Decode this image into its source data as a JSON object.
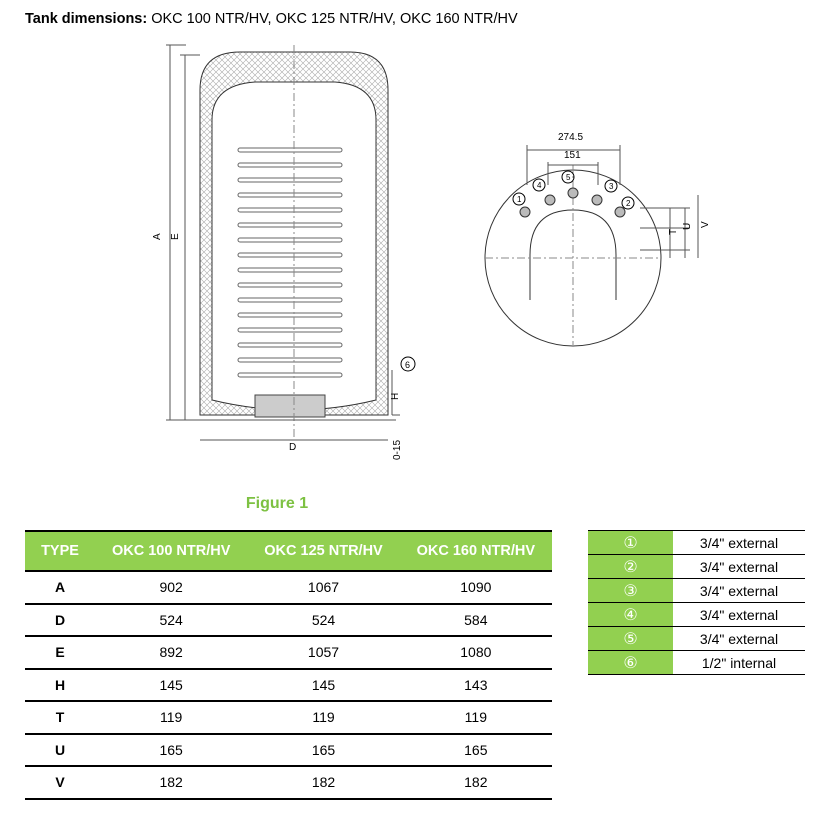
{
  "title": {
    "bold": "Tank dimensions:",
    "rest": " OKC 100 NTR/HV, OKC 125 NTR/HV, OKC 160 NTR/HV"
  },
  "drawing_labels": {
    "A": "A",
    "E": "E",
    "D": "D",
    "H": "H",
    "gap": "0-15",
    "n6": "6",
    "w1": "274.5",
    "w2": "151",
    "n1": "1",
    "n2": "2",
    "n3": "3",
    "n4": "4",
    "n5": "5",
    "T": "T",
    "U": "U",
    "V": "V"
  },
  "figure_caption": "Figure 1",
  "dimensions_table": {
    "headers": [
      "TYPE",
      "OKC 100 NTR/HV",
      "OKC 125 NTR/HV",
      "OKC 160 NTR/HV"
    ],
    "rows": [
      [
        "A",
        "902",
        "1067",
        "1090"
      ],
      [
        "D",
        "524",
        "524",
        "584"
      ],
      [
        "E",
        "892",
        "1057",
        "1080"
      ],
      [
        "H",
        "145",
        "145",
        "143"
      ],
      [
        "T",
        "119",
        "119",
        "119"
      ],
      [
        "U",
        "165",
        "165",
        "165"
      ],
      [
        "V",
        "182",
        "182",
        "182"
      ]
    ]
  },
  "connections_table": [
    [
      "①",
      "3/4\" external"
    ],
    [
      "②",
      "3/4\" external"
    ],
    [
      "③",
      "3/4\" external"
    ],
    [
      "④",
      "3/4\" external"
    ],
    [
      "⑤",
      "3/4\" external"
    ],
    [
      "⑥",
      "1/2\" internal"
    ]
  ],
  "colors": {
    "green": "#92d050",
    "caption": "#7dc142"
  }
}
